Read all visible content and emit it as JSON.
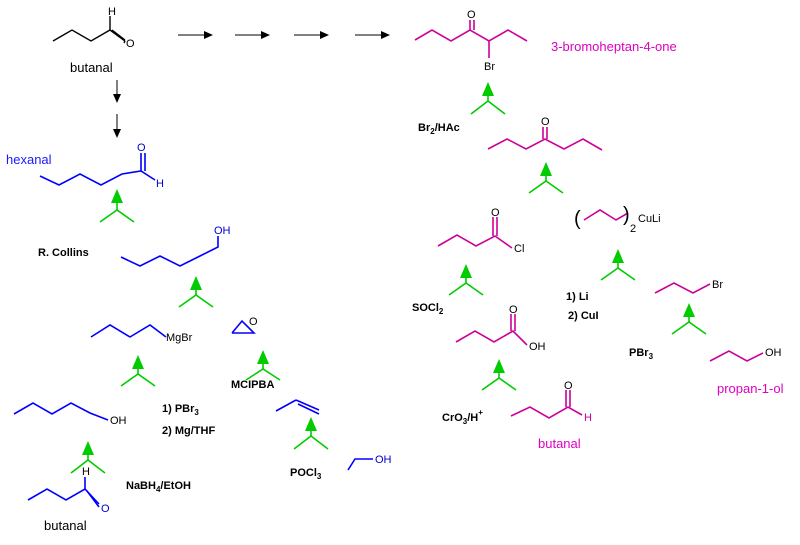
{
  "names": {
    "top_start": "butanal",
    "target": "3-bromoheptan-4-one",
    "hexanal": "hexanal",
    "bottom_left": "butanal",
    "bottom_right": "butanal",
    "propanol": "propan-1-ol"
  },
  "atoms": {
    "H": "H",
    "O": "O",
    "Br": "Br",
    "OH": "OH",
    "Cl": "Cl",
    "MgBr": "MgBr",
    "CuLi": "CuLi",
    "two": "2",
    "paren_open": "(",
    "paren_close": ")"
  },
  "reagents": {
    "bromination": {
      "a": "Br",
      "sub": "2",
      "b": "/HAc"
    },
    "collins": "R. Collins",
    "grignard_1": {
      "a": "1) PBr",
      "sub": "3"
    },
    "grignard_2": "2) Mg/THF",
    "epoxidation": "MCIPBA",
    "reduction": {
      "a": "NaBH",
      "sub": "4",
      "b": "/EtOH"
    },
    "dehydration": {
      "a": "POCl",
      "sub": "3"
    },
    "acid_chloride": {
      "a": "SOCl",
      "sub": "2"
    },
    "cuprate_1": "1) Li",
    "cuprate_2": "2) CuI",
    "bromide": {
      "a": "PBr",
      "sub": "3"
    },
    "oxidation": {
      "a": "CrO",
      "sub": "3",
      "b": "/H",
      "sup": "+"
    }
  },
  "colors": {
    "forward": "#000000",
    "left_route": "#0000ff",
    "right_route": "#cc0099",
    "retro_arrow": "#00cc00"
  }
}
